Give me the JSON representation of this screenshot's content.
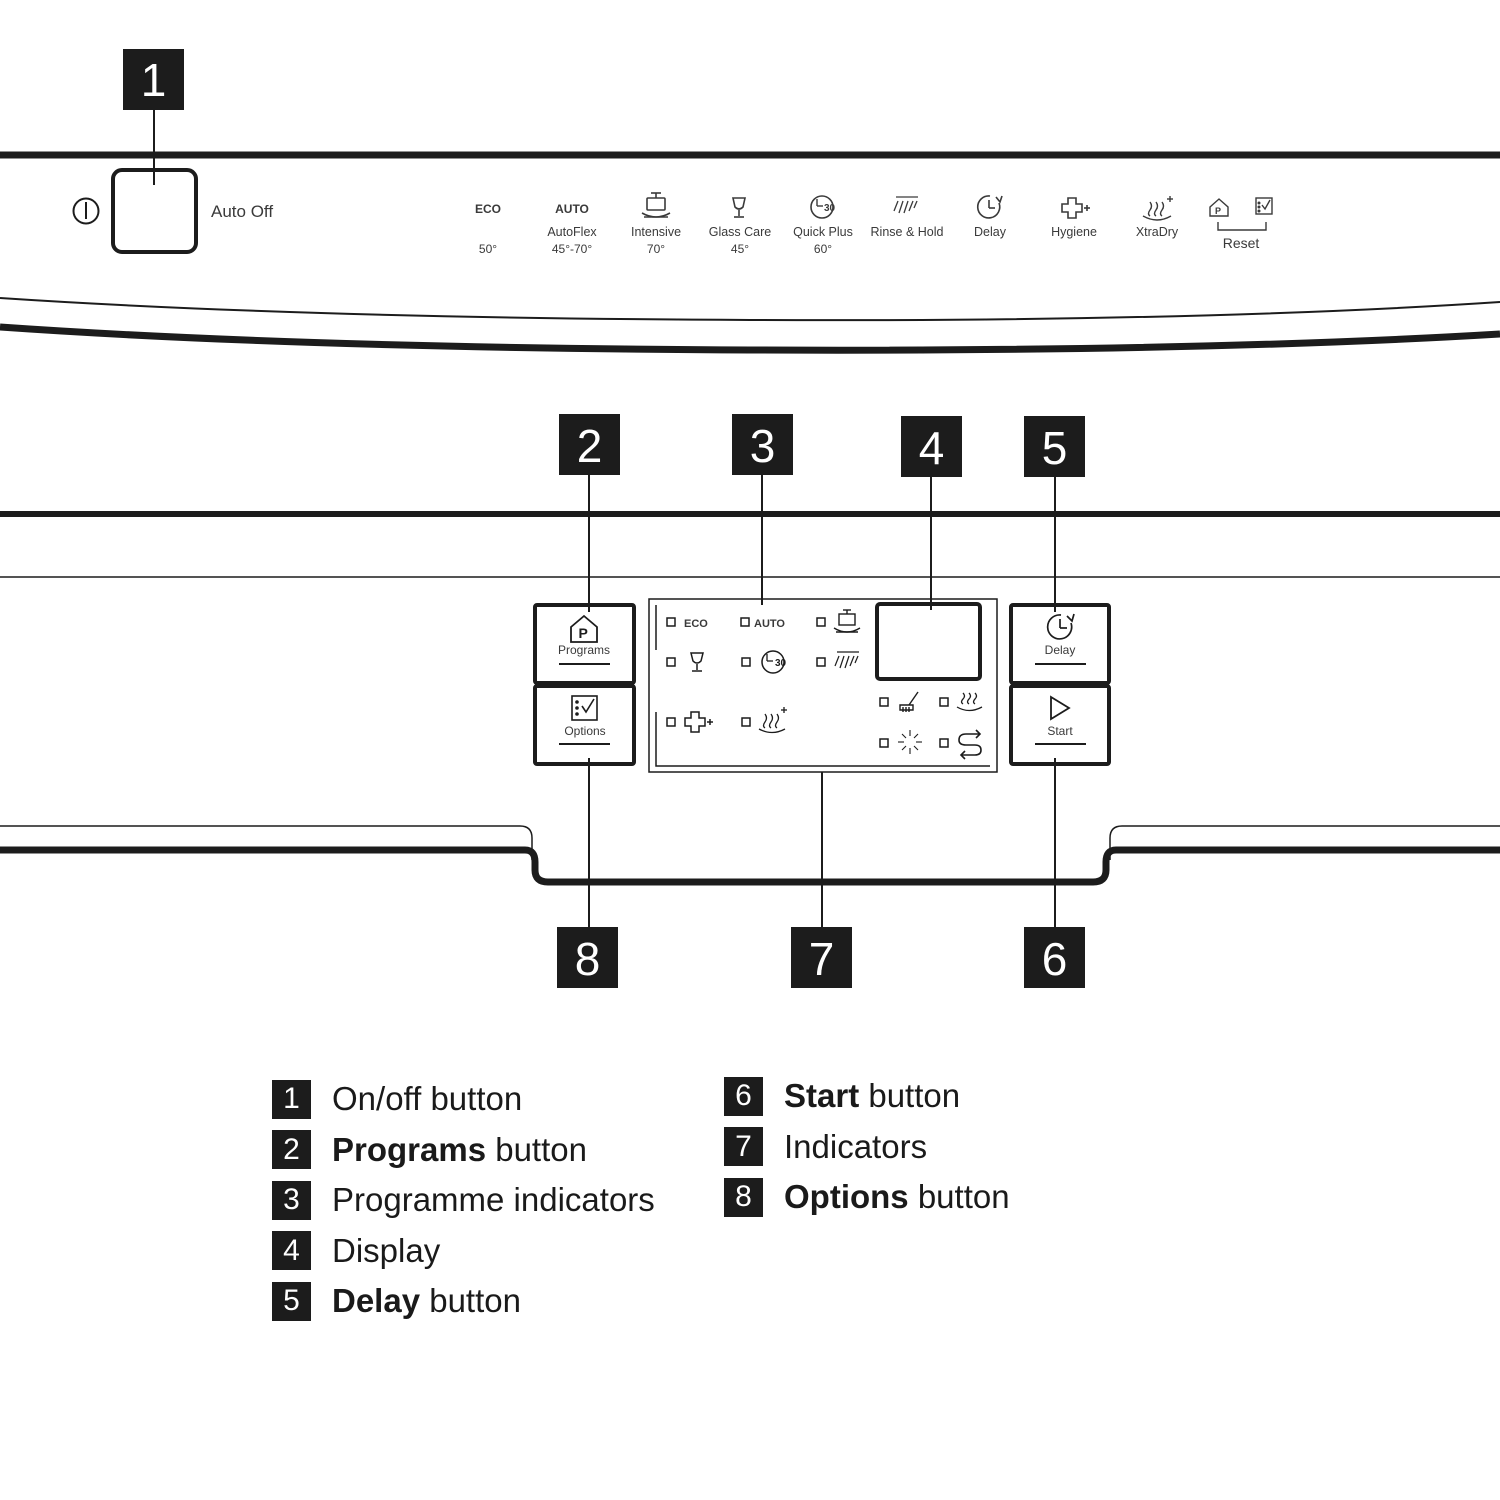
{
  "top_panel": {
    "auto_off_label": "Auto Off",
    "programmes": [
      {
        "top": "ECO",
        "name": "",
        "temp": "50°",
        "icon": "eco-text"
      },
      {
        "top": "AUTO",
        "name": "AutoFlex",
        "temp": "45°-70°",
        "icon": "auto-text"
      },
      {
        "top": "",
        "name": "Intensive",
        "temp": "70°",
        "icon": "intensive-pot-icon"
      },
      {
        "top": "",
        "name": "Glass Care",
        "temp": "45°",
        "icon": "glass-icon"
      },
      {
        "top": "",
        "name": "Quick Plus",
        "temp": "60°",
        "icon": "quick-30-icon"
      },
      {
        "top": "",
        "name": "Rinse & Hold",
        "temp": "",
        "icon": "rinse-spray-icon"
      },
      {
        "top": "",
        "name": "Delay",
        "temp": "",
        "icon": "delay-clock-icon"
      },
      {
        "top": "",
        "name": "Hygiene",
        "temp": "",
        "icon": "hygiene-cross-icon"
      },
      {
        "top": "",
        "name": "XtraDry",
        "temp": "",
        "icon": "xtradry-steam-icon"
      }
    ],
    "reset_label": "Reset"
  },
  "control_panel": {
    "programs_button": {
      "label": "Programs",
      "icon": "programs-house-icon"
    },
    "options_button": {
      "label": "Options",
      "icon": "options-checklist-icon"
    },
    "delay_button": {
      "label": "Delay",
      "icon": "delay-clock-icon"
    },
    "start_button": {
      "label": "Start",
      "icon": "start-play-icon"
    },
    "indicator_eco": "ECO",
    "indicator_auto": "AUTO",
    "indicator_quick_number": "30",
    "quick_number_top": "30"
  },
  "callouts": [
    "1",
    "2",
    "3",
    "4",
    "5",
    "6",
    "7",
    "8"
  ],
  "legend": [
    {
      "num": "1",
      "bold": "",
      "text": "On/off button"
    },
    {
      "num": "2",
      "bold": "Programs",
      "text": " button"
    },
    {
      "num": "3",
      "bold": "",
      "text": "Programme indicators"
    },
    {
      "num": "4",
      "bold": "",
      "text": "Display"
    },
    {
      "num": "5",
      "bold": "Delay",
      "text": " button"
    },
    {
      "num": "6",
      "bold": "Start",
      "text": " button"
    },
    {
      "num": "7",
      "bold": "",
      "text": "Indicators"
    },
    {
      "num": "8",
      "bold": "Options",
      "text": " button"
    }
  ]
}
